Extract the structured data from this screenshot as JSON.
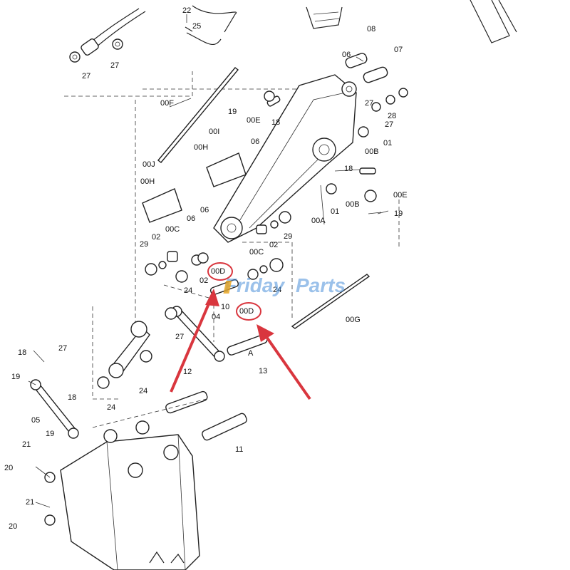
{
  "labels": [
    "22",
    "25",
    "27",
    "27",
    "08",
    "06",
    "07",
    "00F",
    "19",
    "00E",
    "18",
    "27",
    "28",
    "27",
    "00I",
    "06",
    "00H",
    "00B",
    "01",
    "00J",
    "00H",
    "18",
    "06",
    "06",
    "00E",
    "01",
    "00B",
    "19",
    "00A",
    "00C",
    "02",
    "29",
    "00C",
    "29",
    "02",
    "00D",
    "24",
    "02",
    "24",
    "10",
    "00D",
    "00G",
    "04",
    "27",
    "18",
    "27",
    "19",
    "18",
    "05",
    "24",
    "24",
    "12",
    "13",
    "A",
    "19",
    "21",
    "11",
    "20",
    "21",
    "20"
  ],
  "watermark": {
    "text1": "Friday",
    "text2": "Parts",
    "color": "#4a90d9",
    "accent": "#e8a21a"
  },
  "highlight_color": "#d9363e"
}
